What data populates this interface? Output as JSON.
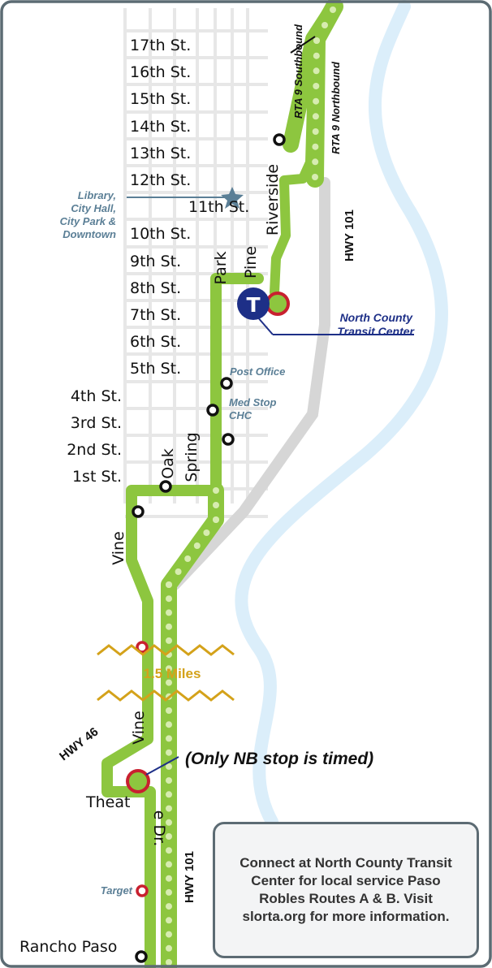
{
  "streets": {
    "numbered": [
      "17th St.",
      "16th St.",
      "15th St.",
      "14th St.",
      "13th St.",
      "12th St.",
      "11th St.",
      "10th St.",
      "9th St.",
      "8th St.",
      "7th St.",
      "6th St.",
      "5th St.",
      "4th St.",
      "3rd St.",
      "2nd St.",
      "1st St."
    ],
    "oak": "Oak",
    "spring": "Spring",
    "park": "Park",
    "pine": "Pine",
    "riverside": "Riverside",
    "vine_north": "Vine",
    "vine_south": "Vine",
    "theatre_dr_left": "Theat",
    "theatre_dr_right": "e Dr.",
    "rancho_paso": "Rancho Paso"
  },
  "landmarks": {
    "library_lines": [
      "Library,",
      "City Hall,",
      "City Park &",
      "Downtown"
    ],
    "post_office": "Post Office",
    "med_stop_lines": [
      "Med Stop",
      "CHC"
    ],
    "transit_center_lines": [
      "North County",
      "Transit Center"
    ],
    "transit_badge": "T",
    "target": "Target"
  },
  "routes": {
    "southbound": "RTA 9 Southbound",
    "northbound": "RTA 9 Northbound"
  },
  "highways": {
    "hwy101_north": "HWY 101",
    "hwy101_south": "HWY 101",
    "hwy46": "HWY 46"
  },
  "distance_break": "1.5 Miles",
  "timed_note": "(Only NB stop is timed)",
  "info_box": "Connect at North County Transit Center for local service Paso Robles Routes A & B. Visit slorta.org for more information.",
  "colors": {
    "route_green": "#8dc63f",
    "route_dots": "#d7ecb0",
    "transit_navy": "#1d2f87",
    "timed_stop_red": "#c8202f",
    "river_blue": "#dbeefa",
    "highway_gray": "#d6d6d6",
    "label_blue": "#5b7f96",
    "miles_gold": "#d4a21a",
    "frame": "#5c6b73"
  }
}
